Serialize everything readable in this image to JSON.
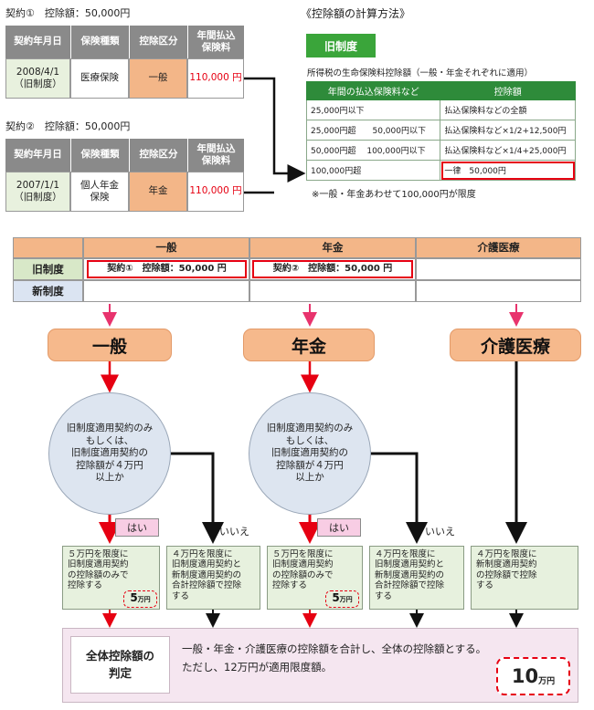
{
  "left": {
    "c1_title": "契約①　控除額：50,000円",
    "c2_title": "契約②　控除額：50,000円",
    "headers": [
      "契約年月日",
      "保険種類",
      "控除区分",
      "年間払込\n保険料"
    ],
    "c1_row": [
      "2008/4/1\n（旧制度）",
      "医療保険",
      "一般",
      "110,000 円"
    ],
    "c2_row": [
      "2007/1/1\n（旧制度）",
      "個人年金\n保険",
      "年金",
      "110,000 円"
    ]
  },
  "right": {
    "title": "《控除額の計算方法》",
    "badge": "旧制度",
    "subtitle": "所得税の生命保険料控除額（一般・年金それぞれに適用）",
    "headers": [
      "年間の払込保険料など",
      "控除額"
    ],
    "rows": [
      [
        "25,000円以下",
        "払込保険料などの全額"
      ],
      [
        "25,000円超　　50,000円以下",
        "払込保険料など×1/2+12,500円"
      ],
      [
        "50,000円超　 100,000円以下",
        "払込保険料など×1/4+25,000円"
      ],
      [
        "100,000円超",
        "一律　50,000円"
      ]
    ],
    "note": "※一般・年金あわせて100,000円が限度"
  },
  "mid": {
    "headers": [
      "一般",
      "年金",
      "介護医療"
    ],
    "row_old": "旧制度",
    "row_new": "新制度",
    "old_general": "契約①　控除額：50,000 円",
    "old_pension": "契約②　控除額：50,000 円"
  },
  "flow": {
    "cat1": "一般",
    "cat2": "年金",
    "cat3": "介護医療",
    "question": "旧制度適用契約のみ\nもしくは、\n旧制度適用契約の\n控除額が４万円\n以上か",
    "yes": "はい",
    "no": "いいえ",
    "box_a": "５万円を限度に\n旧制度適用契約\nの控除額のみで\n控除する",
    "box_b": "４万円を限度に\n旧制度適用契約と\n新制度適用契約の\n合計控除額で控除\nする",
    "box_c": "４万円を限度に\n新制度適用契約\nの控除額で控除\nする",
    "limit5_num": "5",
    "limit5_unit": "万円",
    "final_label": "全体控除額の\n判定",
    "final_text1": "一般・年金・介護医療の控除額を合計し、全体の控除額とする。",
    "final_text2": "ただし、12万円が適用限度額。",
    "limit10_num": "10",
    "limit10_unit": "万円"
  }
}
